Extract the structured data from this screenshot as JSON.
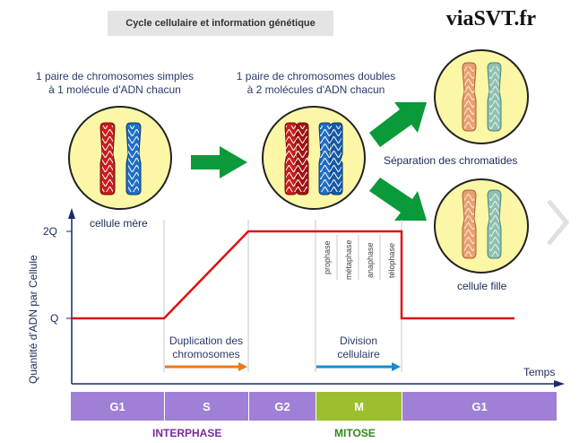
{
  "header": {
    "title": "Cycle cellulaire et information génétique",
    "brand": "viaSVT.fr"
  },
  "captions": {
    "mother_line1": "1 paire de chromosomes simples",
    "mother_line2": "à 1 molécule d'ADN chacun",
    "double_line1": "1 paire de chromosomes doubles",
    "double_line2": "à 2 molécules d'ADN chacun",
    "separation": "Séparation des chromatides",
    "mother_cell": "cellule mère",
    "daughter_cell": "cellule fille"
  },
  "graph": {
    "ylabel": "Quantité d'ADN par Cellule",
    "xlabel": "Temps",
    "y_ticks": [
      "2Q",
      "Q"
    ],
    "duplication_line1": "Duplication des",
    "duplication_line2": "chromosomes",
    "division_line1": "Division",
    "division_line2": "cellulaire",
    "mitosis_subphases": [
      "prophase",
      "métaphase",
      "anaphase",
      "télophase"
    ]
  },
  "phases": [
    {
      "label": "G1",
      "color": "#a07fd6"
    },
    {
      "label": "S",
      "color": "#a07fd6"
    },
    {
      "label": "G2",
      "color": "#a07fd6"
    },
    {
      "label": "M",
      "color": "#9bbf2f"
    },
    {
      "label": "G1",
      "color": "#a07fd6"
    }
  ],
  "groups": {
    "interphase": "INTERPHASE",
    "mitose": "MITOSE"
  },
  "colors": {
    "curve": "#e01010",
    "arrow_green": "#0a9a3a",
    "cell_fill": "#fbf7a6",
    "interphase_text": "#7a2a9a",
    "mitose_text": "#2f8a1a",
    "duplication_arrow": "#e87a1a",
    "division_arrow": "#1a8ad0"
  }
}
